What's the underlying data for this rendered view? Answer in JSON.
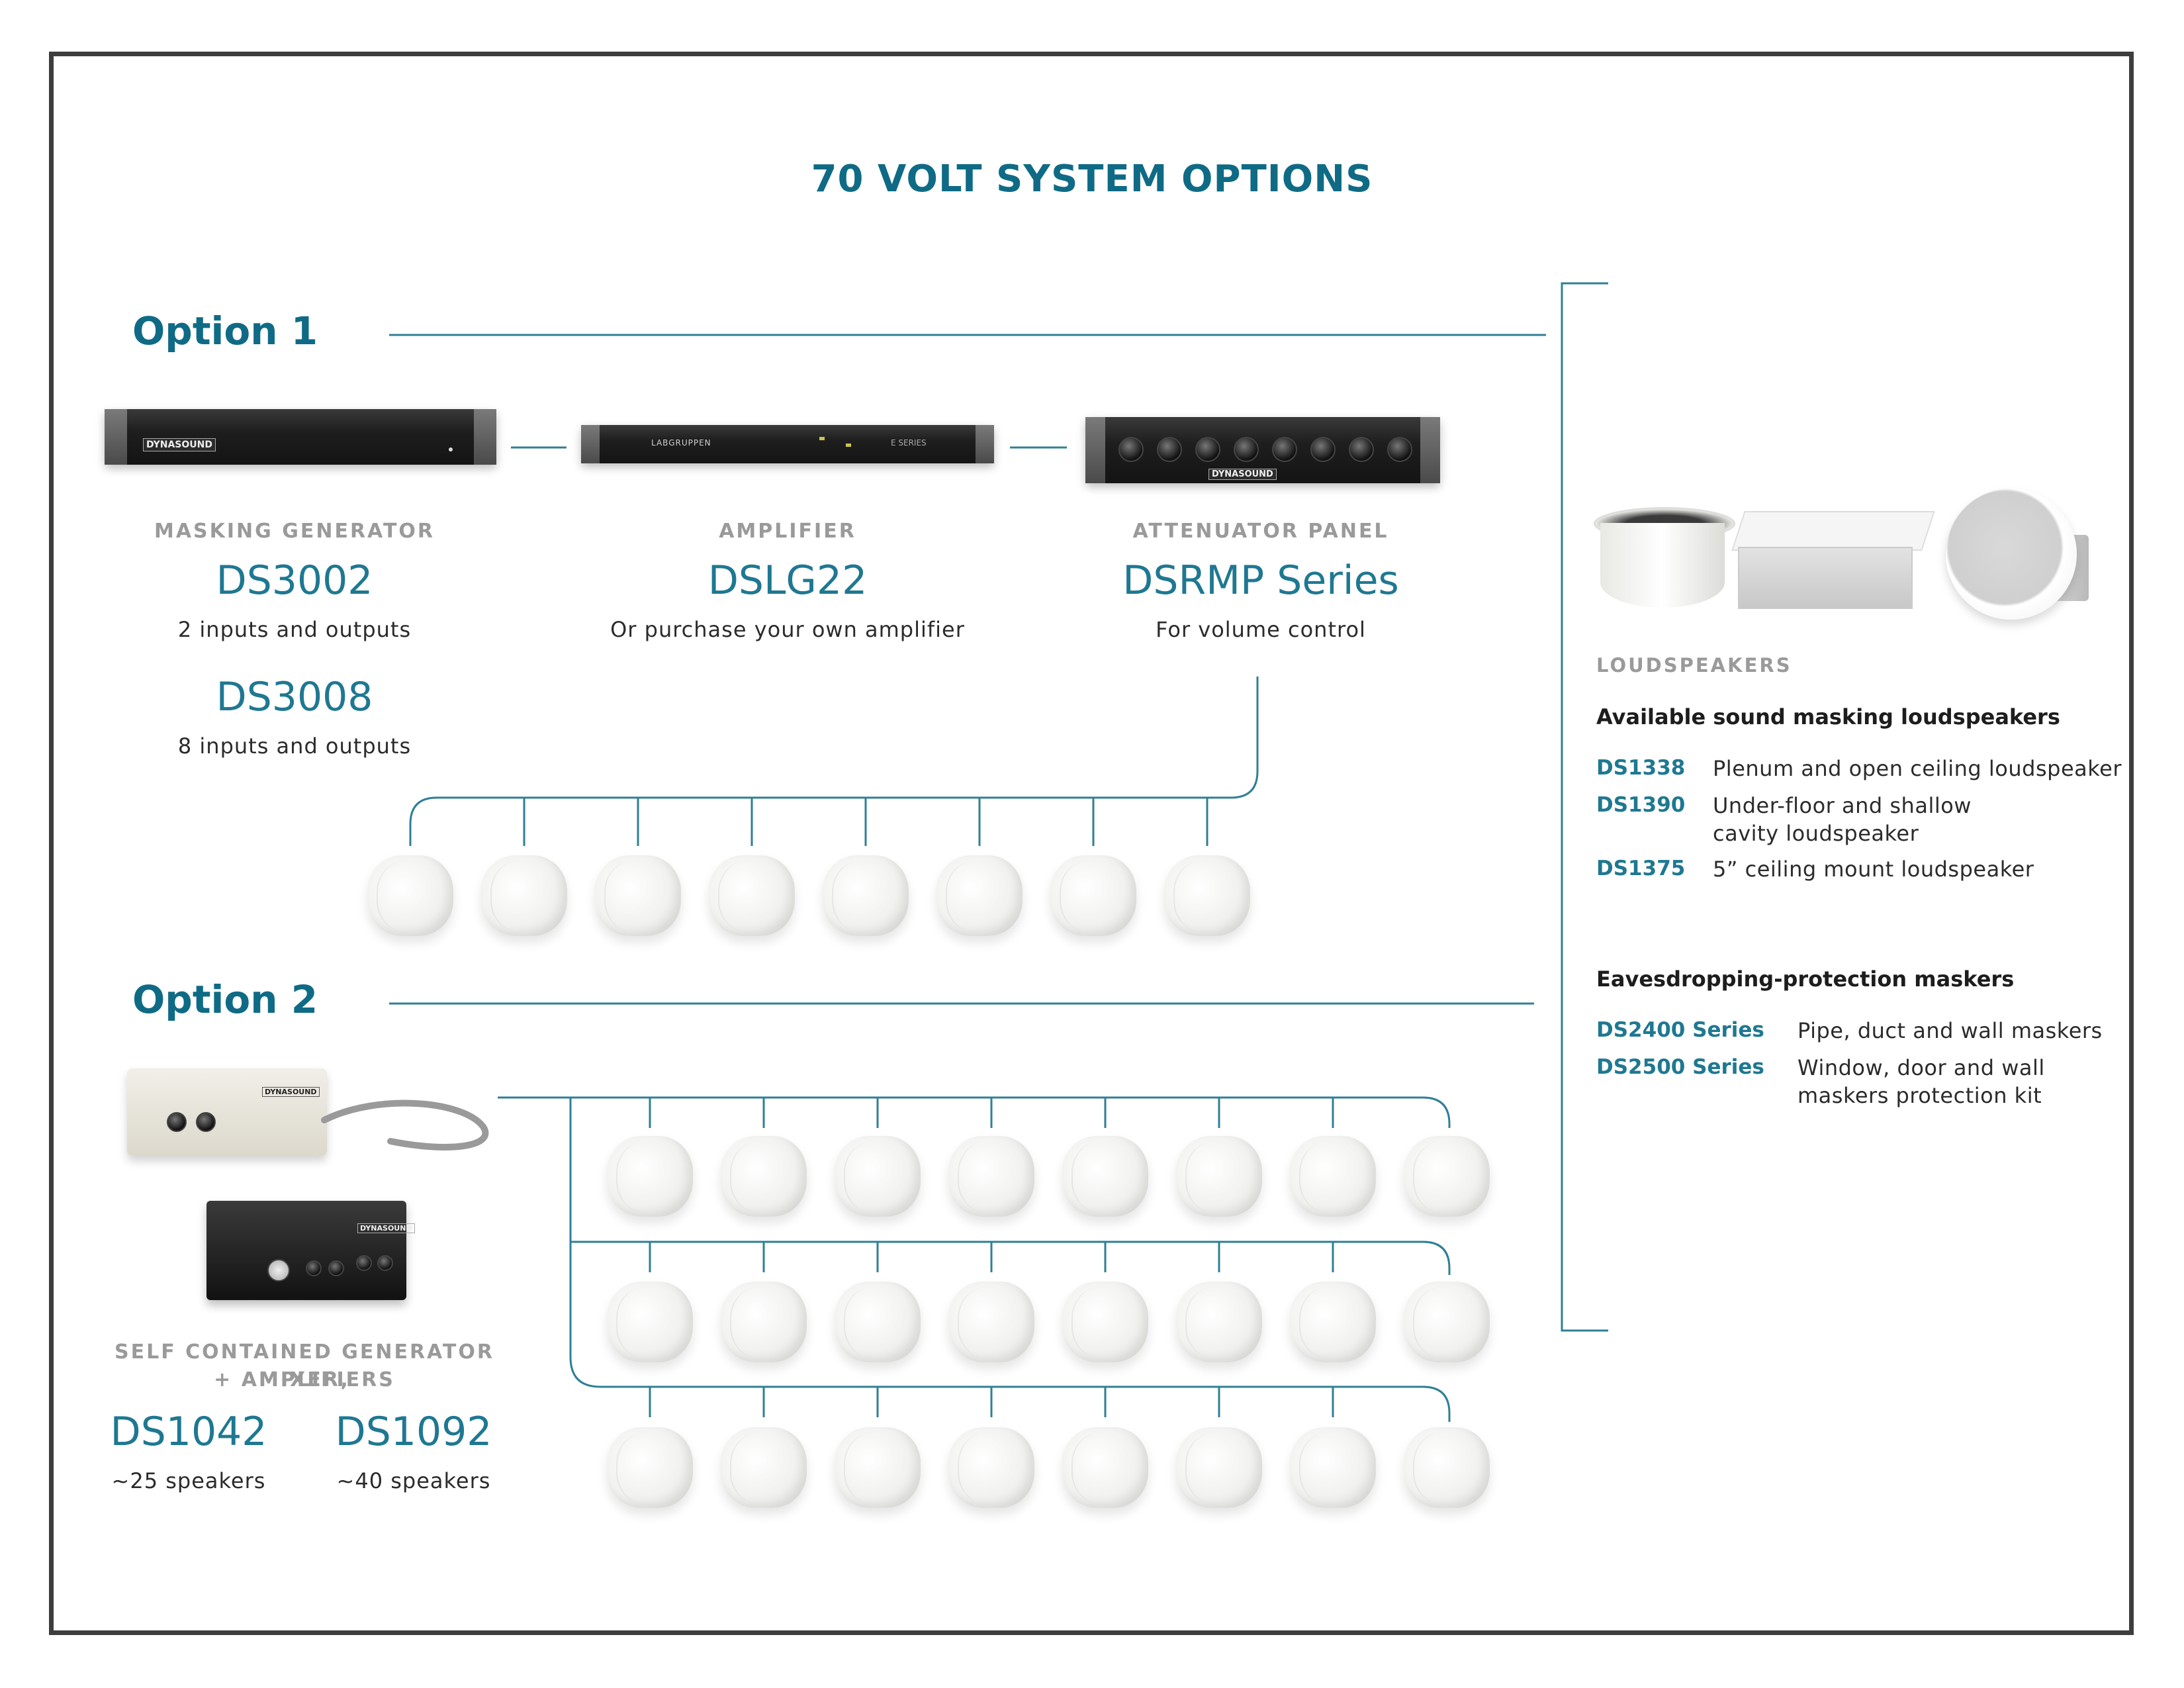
{
  "title": "70 VOLT SYSTEM OPTIONS",
  "option1": {
    "label": "Option 1",
    "masking_generator": {
      "caption": "MASKING GENERATOR",
      "model_a": "DS3002",
      "desc_a": "2 inputs and outputs",
      "model_b": "DS3008",
      "desc_b": "8 inputs and outputs",
      "logo": "DYNASOUND"
    },
    "amplifier": {
      "caption": "AMPLIFIER",
      "model": "DSLG22",
      "desc": "Or purchase your own amplifier",
      "logo": "LABGRUPPEN",
      "series": "E SERIES"
    },
    "attenuator": {
      "caption": "ATTENUATOR PANEL",
      "model": "DSRMP Series",
      "desc": "For volume control",
      "logo": "DYNASOUND"
    },
    "speakers": 8
  },
  "option2": {
    "label": "Option 2",
    "caption_line1": "SELF CONTAINED GENERATOR MIXER,",
    "caption_line2": "+ AMPLIFIERS",
    "model_a": "DS1042",
    "desc_a": "~25 speakers",
    "model_b": "DS1092",
    "desc_b": "~40 speakers",
    "logo": "DYNASOUND",
    "speaker_rows": 3,
    "speakers_per_row": 8
  },
  "right": {
    "loudspeakers_caption": "LOUDSPEAKERS",
    "loudspeakers_heading": "Available sound masking loudspeakers",
    "loudspeakers": [
      {
        "code": "DS1338",
        "desc1": "Plenum and open ceiling loudspeaker",
        "desc2": ""
      },
      {
        "code": "DS1390",
        "desc1": "Under-floor and shallow",
        "desc2": "cavity loudspeaker"
      },
      {
        "code": "DS1375",
        "desc1": "5” ceiling mount loudspeaker",
        "desc2": ""
      }
    ],
    "maskers_heading": "Eavesdropping-protection maskers",
    "maskers": [
      {
        "code": "DS2400 Series",
        "desc1": "Pipe, duct and wall maskers",
        "desc2": ""
      },
      {
        "code": "DS2500 Series",
        "desc1": "Window, door and wall",
        "desc2": "maskers protection kit"
      }
    ]
  },
  "colors": {
    "accent": "#0f6b85",
    "line": "#2f7f96",
    "caption": "#9a9a9a",
    "frame": "#3d3d3d"
  }
}
